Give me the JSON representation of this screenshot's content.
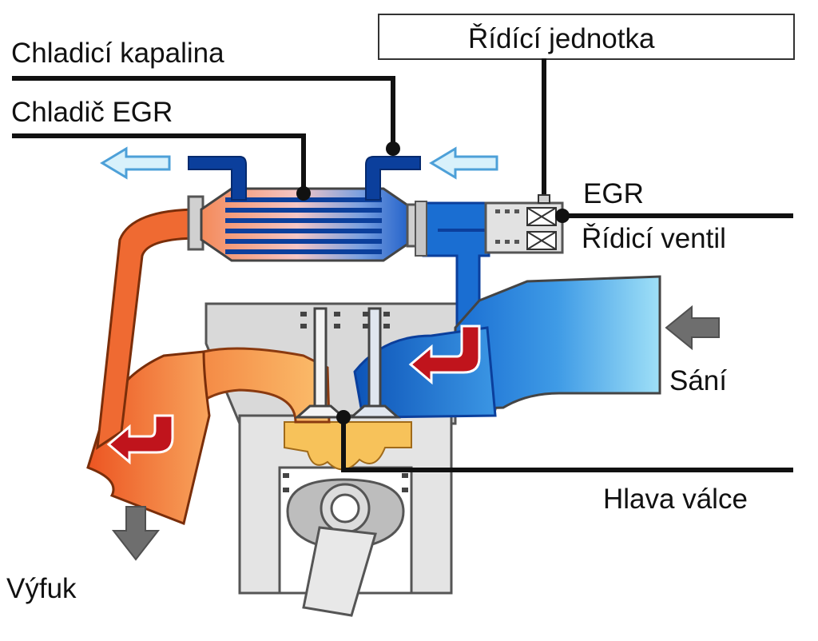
{
  "labels": {
    "coolant": "Chladicí kapalina",
    "egr_cooler": "Chladič EGR",
    "control_unit": "Řídící jednotka",
    "egr_line1": "EGR",
    "egr_line2": "Řídicí ventil",
    "intake": "Sání",
    "cylinder_head": "Hlava válce",
    "exhaust": "Výfuk"
  },
  "colors": {
    "exhaust_hot": "#f0642a",
    "exhaust_mid": "#f6a56a",
    "exhaust_warm": "#fbc27a",
    "intake_blue": "#1565c8",
    "intake_light": "#8ed8f4",
    "dark_blue": "#0b3f9c",
    "flow_arrow_red": "#c0141c",
    "engine_grey": "#d8d8d8",
    "outline": "#444444"
  }
}
